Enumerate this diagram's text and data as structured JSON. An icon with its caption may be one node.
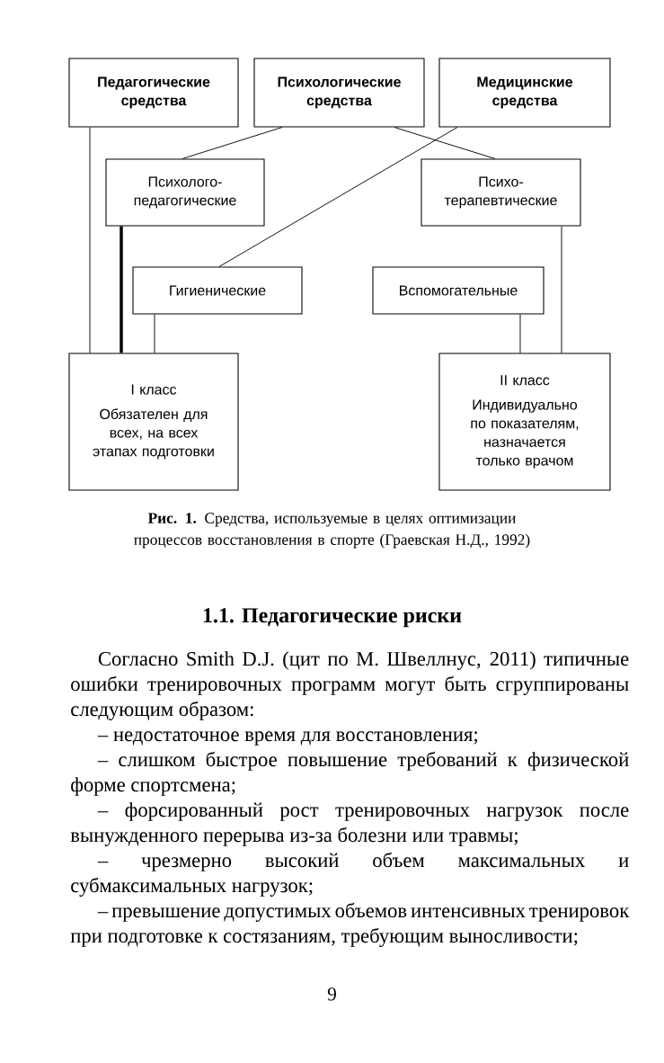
{
  "diagram": {
    "caption": "**Рис. 1.** Средства, используемые в целях оптимизации процессов восстановления в спорте (Граевская Н.Д., 1992)",
    "nodes": [
      {
        "text": [
          "Педагогические средства"
        ]
      },
      {
        "text": [
          "Психологические средства"
        ]
      },
      {
        "text": [
          "Медицинские средства"
        ]
      },
      {
        "text": [
          "Психолого-педагогические"
        ]
      },
      {
        "text": [
          "Психо-терапевтические"
        ]
      },
      {
        "text": [
          "Гигиенические"
        ]
      },
      {
        "text": [
          "Вспомогательные"
        ]
      },
      {
        "text": [
          "I класс",
          "Обязателен для всех, на всех этапах подготовки"
        ]
      },
      {
        "text": [
          "II класс",
          "Индивидуально по показателям, назначается только врачом"
        ]
      }
    ],
    "edges": [
      {
        "from": 0,
        "to": 7,
        "arrow": "none"
      },
      {
        "from": 1,
        "to": 3,
        "arrow": "none"
      },
      {
        "from": 1,
        "to": 4,
        "arrow": "none"
      },
      {
        "from": 2,
        "to": 5,
        "arrow": "none"
      },
      {
        "from": 3,
        "to": 7,
        "arrow": "none",
        "style": "thick"
      },
      {
        "from": 5,
        "to": 7,
        "arrow": "none"
      },
      {
        "from": 6,
        "to": 8,
        "arrow": "none"
      },
      {
        "from": 4,
        "to": 8,
        "arrow": "none"
      }
    ],
    "labels": [
      "1.1. Педагогические риски",
      "Согласно Smith D.J. (цит по М. Швеллнус, 2011) типичные ошибки тренировочных программ могут быть сгруппированы следующим образом:",
      "– недостаточное время для восстановления;",
      "– слишком быстрое повышение требований к физической форме спортсмена;",
      "– форсированный рост тренировочных нагрузок после вынужденного перерыва из-за болезни или травмы;",
      "– чрезмерно высокий объем максимальных и субмаксимальных нагрузок;",
      "– превышение допустимых объемов интенсивных тренировок при подготовке к состязаниям, требующим выносливости;",
      "9"
    ]
  }
}
